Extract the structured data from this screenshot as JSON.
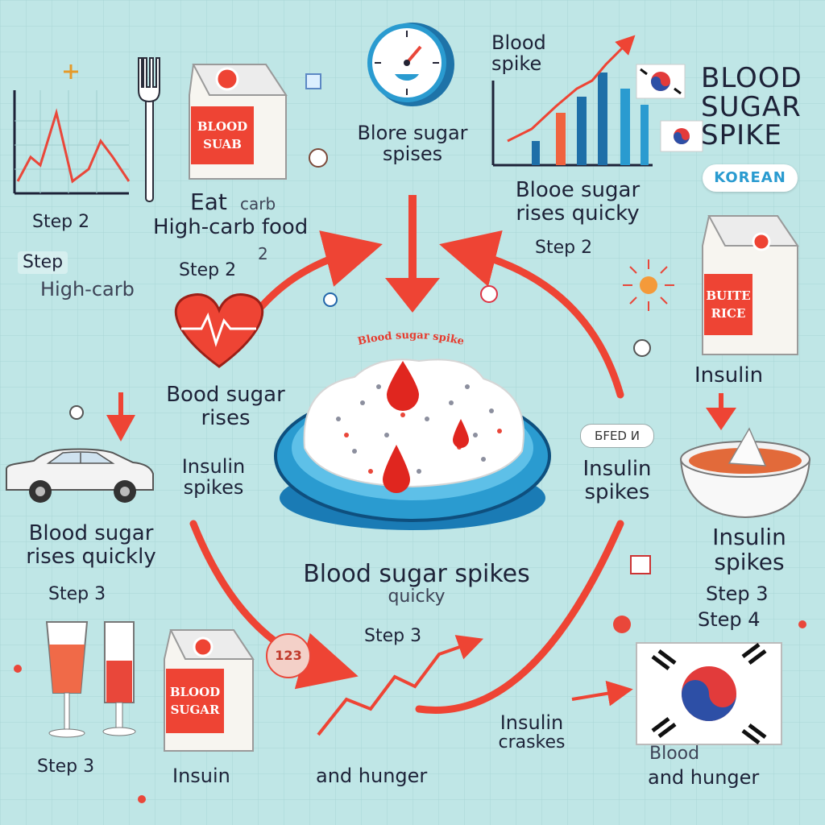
{
  "colors": {
    "background": "#bfe6e6",
    "accent_red": "#e9473a",
    "blue": "#2a9bd0",
    "navy": "#1d2238"
  },
  "icons": [
    "line-chart-icon",
    "fork-icon",
    "milk-carton-icon",
    "clock-icon",
    "bar-chart-icon",
    "korean-flag-icon",
    "heart-pulse-icon",
    "car-icon",
    "rice-bowl-icon",
    "soup-bowl-icon",
    "glass-icon",
    "blood-drop-icon",
    "sun-icon"
  ],
  "title": {
    "line1": "BLOOD",
    "line2": "SUGAR",
    "line3": "SPIKE",
    "badge": "KOREAN"
  },
  "labels": {
    "step2_left": "Step 2",
    "eat_line1": "Eat",
    "eat_carb": "carb",
    "eat_line2": "High-carb food",
    "blore_line1": "Blore sugar",
    "blore_line2": "spises",
    "chart_title_line1": "Blood",
    "chart_title_line2": "spike",
    "bloo_rises_line1": "Blooе sugаr",
    "bloo_rises_line2": "rises quicky",
    "step2_right": "Step 2",
    "step_left": "Step",
    "high_carb_left": "High-carb",
    "step2_mid": "Step 2",
    "small_two": "2",
    "bood_rises_line1": "Bood sugar",
    "bood_rises_line2": "rises",
    "center_curve": "Blood sugar spike",
    "insulin_right_top": "Insulin",
    "insulin_mid_left_line1": "Insulin",
    "insulin_mid_left_line2": "spikes",
    "insulin_mid_right_line1": "Insulin",
    "insulin_mid_right_line2": "spikes",
    "insulin_far_right_line1": "Insulin",
    "insulin_far_right_line2": "spikes",
    "step3_far_right": "Step 3",
    "step4_far_right": "Step 4",
    "blood_rises_left_line1": "Blood sugar",
    "blood_rises_left_line2": "rises quickly",
    "step3_left": "Step 3",
    "center_main_line1": "Blood sugar spikes",
    "center_main_line2": "quicky",
    "step3_center": "Step 3",
    "circle_badge": "123",
    "tag_text": "БFED И",
    "step3_bottom_left": "Step 3",
    "insuin": "Insuin",
    "and_hunger_center": "and hunger",
    "insulin_crashes_line1": "Insulin",
    "insulin_crashes_line2": "craskes",
    "blood_bottom_right": "Blood",
    "and_hunger_right": "and hunger"
  },
  "carton_texts": {
    "top_left_line1": "BLOOD",
    "top_left_line2": "SUAB",
    "right_line1": "BUITE",
    "right_line2": "RICE",
    "bottom_left_line1": "BLOOD",
    "bottom_left_line2": "SUGAR"
  }
}
